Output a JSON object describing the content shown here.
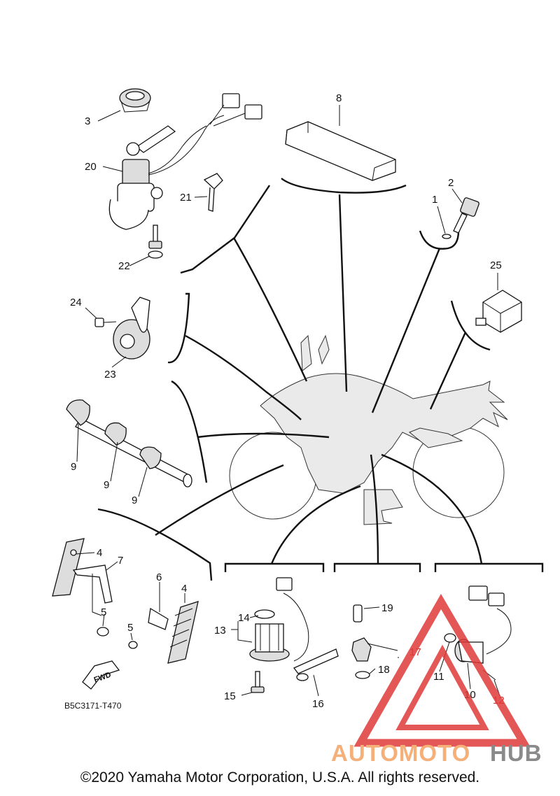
{
  "diagram": {
    "part_code": "B5C3171-T470",
    "fwd_label": "FWD",
    "callouts": [
      "1",
      "2",
      "3",
      "4",
      "4",
      "5",
      "5",
      "6",
      "7",
      "8",
      "9",
      "9",
      "9",
      "10",
      "11",
      "12",
      "13",
      "14",
      "15",
      "16",
      "17",
      "18",
      "19",
      "20",
      "21",
      "22",
      "23",
      "24",
      "25"
    ]
  },
  "watermark": {
    "part1": "AUTOMOTO",
    "part2": "HUB",
    "colors": {
      "triangle": "#e03a3a",
      "part1": "#f5b07a",
      "part2": "#8a8a8a"
    }
  },
  "footer": {
    "copyright": "©2020 Yamaha Motor Corporation, U.S.A. All rights reserved."
  }
}
